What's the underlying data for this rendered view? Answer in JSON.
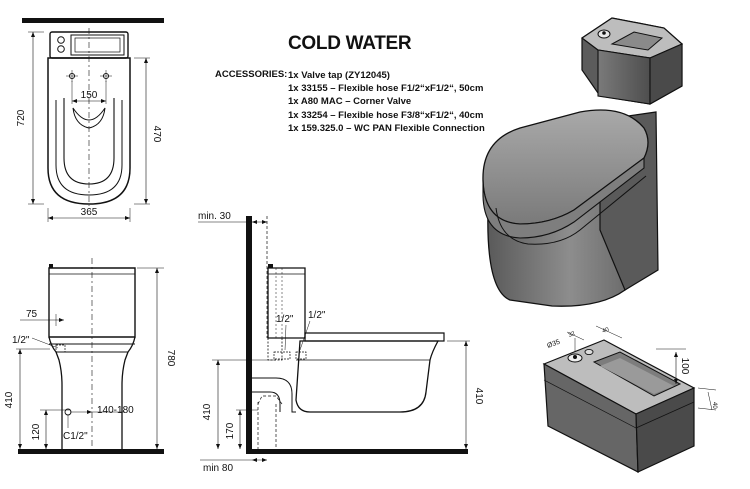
{
  "title": "COLD WATER",
  "accessories": {
    "label": "ACCESSORIES:",
    "items": [
      "1x Valve tap (ZY12045)",
      "1x 33155 – Flexible hose F1/2“xF1/2“, 50cm",
      "1x A80 MAC – Corner Valve",
      "1x 33254 – Flexible hose F3/8“xF1/2“, 40cm",
      "1x 159.325.0 – WC PAN Flexible Connection"
    ]
  },
  "top_view": {
    "depth": "720",
    "width": "365",
    "pipe_spacing": "150",
    "seat_depth": "470"
  },
  "front_view": {
    "height": "780",
    "offset": "75",
    "thread": "1/2\"",
    "inlet_height": "410",
    "outlet_range": "140-180",
    "outlet_height": "120",
    "outlet_label": "C1/2\""
  },
  "side_view": {
    "wall_gap": "min. 30",
    "inlet_thread_a": "1/2\"",
    "inlet_thread_b": "1/2\"",
    "inlet_height": "410",
    "outlet_height": "170",
    "wall_distance": "min 80",
    "seat_height": "410"
  },
  "tank_detail": {
    "dim_a": "100",
    "dim_b": "Ø35",
    "dim_c": "40",
    "dim_d": "32"
  },
  "colors": {
    "line": "#111111",
    "body_dark": "#6a6a6a",
    "body_light": "#9a9a9a",
    "body_top": "#bdbdbd"
  }
}
